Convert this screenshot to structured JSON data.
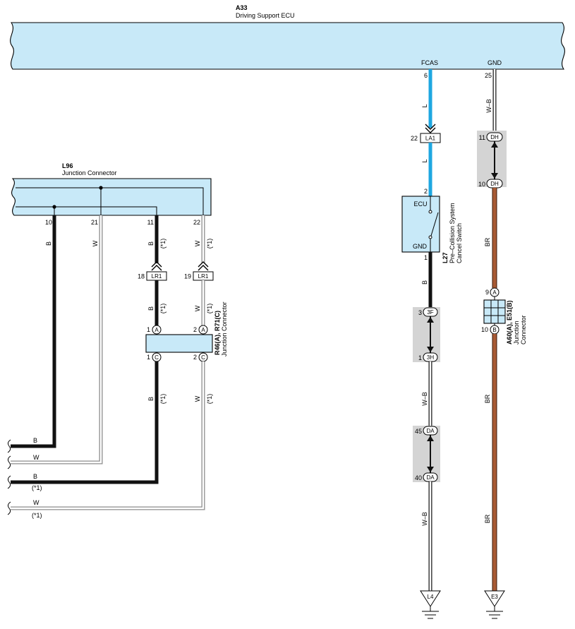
{
  "colors": {
    "box_fill": "#c8e9f8",
    "junction_gray": "#d4d4d4",
    "wire_blue": "#1ea7e1",
    "wire_black": "#111111",
    "wire_brown": "#a85a34",
    "wire_white_outline": "#8c8c8c",
    "wire_white_black_outline": "#222222"
  },
  "ecu": {
    "code": "A33",
    "name": "Driving Support ECU",
    "terminal_fcas": "FCAS",
    "pin_fcas": "6",
    "terminal_gnd": "GND",
    "pin_gnd": "25"
  },
  "l96": {
    "code": "L96",
    "name": "Junction Connector",
    "pin_10": "10",
    "pin_21": "21",
    "pin_11": "11",
    "pin_22": "22"
  },
  "lr1": {
    "code": "LR1",
    "pin_left": "18",
    "pin_right": "19"
  },
  "r46": {
    "code": "R46(A), R71(C)",
    "name": "Junction Connector",
    "side_a": "A",
    "side_c": "C",
    "pin_1": "1",
    "pin_2": "2"
  },
  "la1": {
    "code": "LA1",
    "pin": "22"
  },
  "switch": {
    "code": "L27",
    "name_line1": "Pre–Collision System",
    "name_line2": "Cancel Switch",
    "label_top": "ECU",
    "label_bottom": "GND",
    "pin_top": "2",
    "pin_bottom": "1"
  },
  "junction_3": {
    "top_code": "3F",
    "top_pin": "3",
    "bottom_code": "3H",
    "bottom_pin": "1"
  },
  "junction_da": {
    "top_code": "DA",
    "top_pin": "45",
    "bottom_code": "DA",
    "bottom_pin": "40"
  },
  "junction_dh": {
    "top_code": "DH",
    "top_pin": "11",
    "bottom_code": "DH",
    "bottom_pin": "10"
  },
  "a60": {
    "code": "A60(A), E51(B)",
    "name_line1": "Junction",
    "name_line2": "Connector",
    "side_a": "A",
    "side_b": "B",
    "pin_a": "9",
    "pin_b": "10"
  },
  "wire_codes": {
    "black": "B",
    "white": "W",
    "blue": "L",
    "white_black": "W–B",
    "brown": "BR",
    "note": "(*1)"
  },
  "grounds": {
    "fcas_side": "L4",
    "gnd_side": "E3"
  }
}
